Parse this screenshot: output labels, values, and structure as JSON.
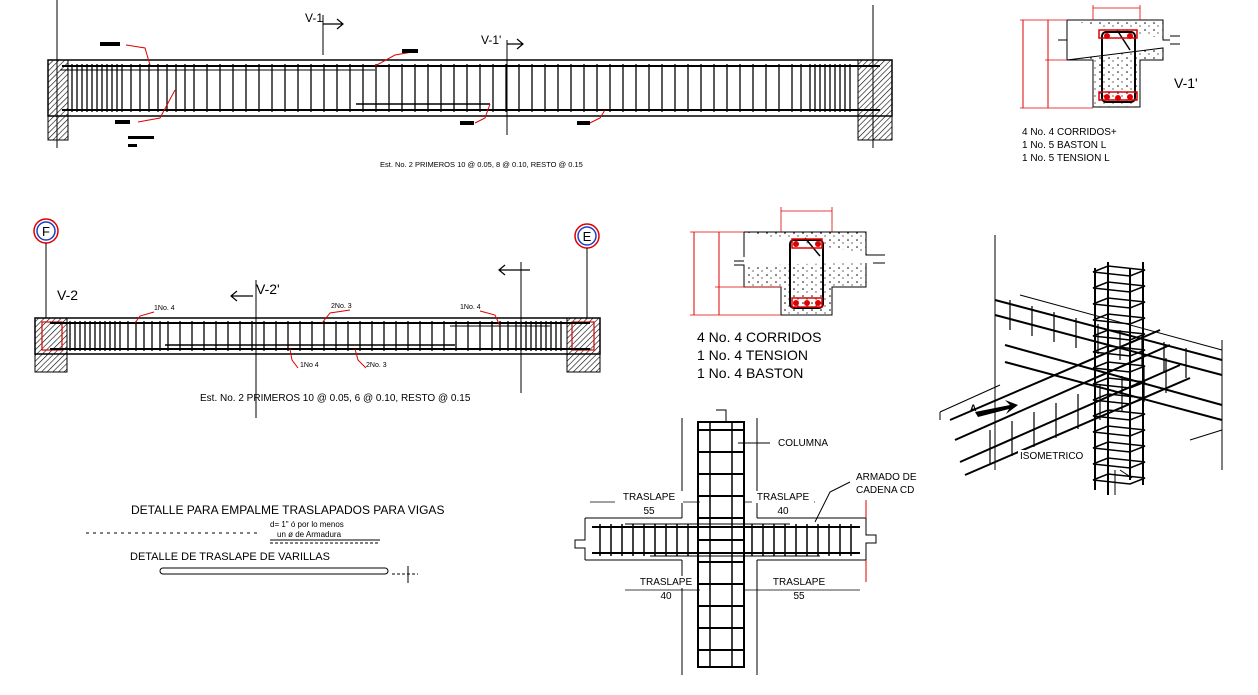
{
  "beam_v1": {
    "section_marks": [
      "V-1",
      "V-1'"
    ],
    "stirrup_note": "Est. No. 2  PRIMEROS 10 @ 0.05, 8 @ 0.10, RESTO @ 0.15"
  },
  "section_v1": {
    "label": "V-1'",
    "bars": [
      "4 No. 4  CORRIDOS+",
      "1 No. 5  BASTON L",
      "1 No. 5  TENSION L"
    ]
  },
  "beam_v2": {
    "axis_left": "F",
    "axis_right": "E",
    "section_marks": [
      "V-2",
      "V-2'"
    ],
    "bar_labels": [
      "1No. 4",
      "2No. 3",
      "1No. 4",
      "1No 4",
      "2No. 3"
    ],
    "stirrup_note": "Est. No. 2  PRIMEROS 10 @ 0.05, 6 @ 0.10, RESTO @ 0.15"
  },
  "section_v2": {
    "bars": [
      "4 No. 4  CORRIDOS",
      "1 No. 4  TENSION",
      "1 No. 4  BASTON"
    ]
  },
  "isometric": {
    "label": "ISOMETRICO",
    "arrow": "A"
  },
  "splice_detail": {
    "title": "DETALLE PARA EMPALME TRASLAPADOS PARA VIGAS",
    "note_1": "d= 1\" ó  por lo menos",
    "note_2": "un ø de Armadura",
    "subtitle": "DETALLE DE TRASLAPE DE VARILLAS"
  },
  "joint_detail": {
    "column_label": "COLUMNA",
    "chain_label_1": "ARMADO DE",
    "chain_label_2": "CADENA CD",
    "laps": [
      {
        "label": "TRASLAPE",
        "value": "55"
      },
      {
        "label": "TRASLAPE",
        "value": "40"
      },
      {
        "label": "TRASLAPE",
        "value": "40"
      },
      {
        "label": "TRASLAPE",
        "value": "55"
      }
    ]
  }
}
